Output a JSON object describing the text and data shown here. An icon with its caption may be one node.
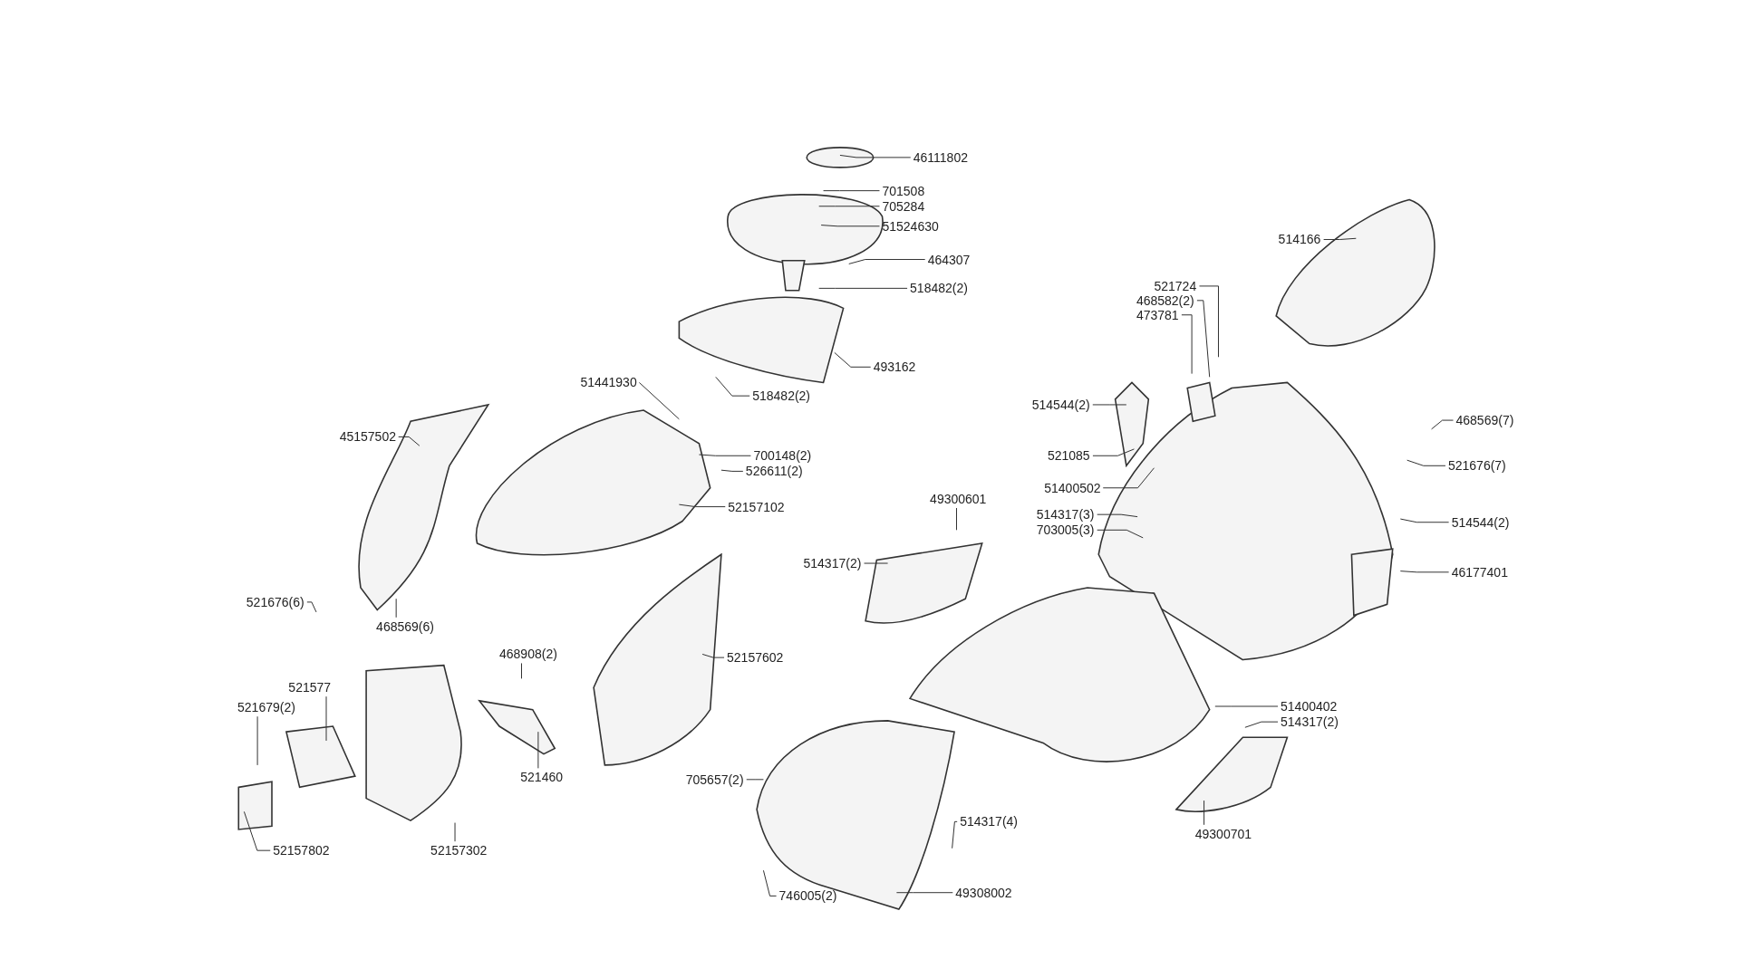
{
  "diagram": {
    "nodes": [
      {
        "text": [
          "46111802"
        ]
      },
      {
        "text": [
          "701508"
        ]
      },
      {
        "text": [
          "705284"
        ]
      },
      {
        "text": [
          "51524630"
        ]
      },
      {
        "text": [
          "464307"
        ]
      },
      {
        "text": [
          "518482(2)"
        ]
      },
      {
        "text": [
          "493162"
        ]
      },
      {
        "text": [
          "518482(2)"
        ]
      },
      {
        "text": [
          "51441930"
        ]
      },
      {
        "text": [
          "700148(2)"
        ]
      },
      {
        "text": [
          "526611(2)"
        ]
      },
      {
        "text": [
          "52157102"
        ]
      },
      {
        "text": [
          "45157502"
        ]
      },
      {
        "text": [
          "521676(6)"
        ]
      },
      {
        "text": [
          "468569(6)"
        ]
      },
      {
        "text": [
          "468908(2)"
        ]
      },
      {
        "text": [
          "521577"
        ]
      },
      {
        "text": [
          "521679(2)"
        ]
      },
      {
        "text": [
          "521460"
        ]
      },
      {
        "text": [
          "52157602"
        ]
      },
      {
        "text": [
          "52157802"
        ]
      },
      {
        "text": [
          "52157302"
        ]
      },
      {
        "text": [
          "514166"
        ]
      },
      {
        "text": [
          "521724"
        ]
      },
      {
        "text": [
          "468582(2)"
        ]
      },
      {
        "text": [
          "473781"
        ]
      },
      {
        "text": [
          "514544(2)"
        ]
      },
      {
        "text": [
          "521085"
        ]
      },
      {
        "text": [
          "468569(7)"
        ]
      },
      {
        "text": [
          "521676(7)"
        ]
      },
      {
        "text": [
          "51400502"
        ]
      },
      {
        "text": [
          "49300601"
        ]
      },
      {
        "text": [
          "514317(3)"
        ]
      },
      {
        "text": [
          "703005(3)"
        ]
      },
      {
        "text": [
          "514317(2)"
        ]
      },
      {
        "text": [
          "514544(2)"
        ]
      },
      {
        "text": [
          "46177401"
        ]
      },
      {
        "text": [
          "51400402"
        ]
      },
      {
        "text": [
          "514317(2)"
        ]
      },
      {
        "text": [
          "705657(2)"
        ]
      },
      {
        "text": [
          "514317(4)"
        ]
      },
      {
        "text": [
          "49300701"
        ]
      },
      {
        "text": [
          "49308002"
        ]
      },
      {
        "text": [
          "746005(2)"
        ]
      }
    ],
    "edges": [
      {
        "from": 0,
        "to": null,
        "arrow": "none"
      },
      {
        "from": 1,
        "to": null,
        "arrow": "none"
      },
      {
        "from": 2,
        "to": null,
        "arrow": "none"
      },
      {
        "from": 3,
        "to": null,
        "arrow": "none"
      },
      {
        "from": 4,
        "to": null,
        "arrow": "none"
      },
      {
        "from": 5,
        "to": null,
        "arrow": "none"
      },
      {
        "from": 6,
        "to": null,
        "arrow": "none"
      },
      {
        "from": 7,
        "to": null,
        "arrow": "none"
      },
      {
        "from": 8,
        "to": null,
        "arrow": "none"
      },
      {
        "from": 9,
        "to": null,
        "arrow": "none"
      },
      {
        "from": 10,
        "to": null,
        "arrow": "none"
      },
      {
        "from": 11,
        "to": null,
        "arrow": "none"
      },
      {
        "from": 12,
        "to": null,
        "arrow": "none"
      },
      {
        "from": 13,
        "to": null,
        "arrow": "none"
      },
      {
        "from": 14,
        "to": null,
        "arrow": "none"
      },
      {
        "from": 15,
        "to": null,
        "arrow": "none"
      },
      {
        "from": 16,
        "to": null,
        "arrow": "none"
      },
      {
        "from": 17,
        "to": null,
        "arrow": "none"
      },
      {
        "from": 18,
        "to": null,
        "arrow": "none"
      },
      {
        "from": 19,
        "to": null,
        "arrow": "none"
      },
      {
        "from": 20,
        "to": null,
        "arrow": "none"
      },
      {
        "from": 21,
        "to": null,
        "arrow": "none"
      },
      {
        "from": 22,
        "to": null,
        "arrow": "none"
      },
      {
        "from": 23,
        "to": null,
        "arrow": "none"
      },
      {
        "from": 24,
        "to": null,
        "arrow": "none"
      },
      {
        "from": 25,
        "to": null,
        "arrow": "none"
      },
      {
        "from": 26,
        "to": null,
        "arrow": "none"
      },
      {
        "from": 27,
        "to": null,
        "arrow": "none"
      },
      {
        "from": 28,
        "to": null,
        "arrow": "none"
      },
      {
        "from": 29,
        "to": null,
        "arrow": "none"
      },
      {
        "from": 30,
        "to": null,
        "arrow": "none"
      },
      {
        "from": 31,
        "to": null,
        "arrow": "none"
      },
      {
        "from": 32,
        "to": null,
        "arrow": "none"
      },
      {
        "from": 33,
        "to": null,
        "arrow": "none"
      },
      {
        "from": 34,
        "to": null,
        "arrow": "none"
      },
      {
        "from": 35,
        "to": null,
        "arrow": "none"
      },
      {
        "from": 36,
        "to": null,
        "arrow": "none"
      },
      {
        "from": 37,
        "to": null,
        "arrow": "none"
      },
      {
        "from": 38,
        "to": null,
        "arrow": "none"
      },
      {
        "from": 39,
        "to": null,
        "arrow": "none"
      },
      {
        "from": 40,
        "to": null,
        "arrow": "none"
      },
      {
        "from": 41,
        "to": null,
        "arrow": "none"
      },
      {
        "from": 42,
        "to": null,
        "arrow": "none"
      },
      {
        "from": 43,
        "to": null,
        "arrow": "none"
      }
    ]
  }
}
